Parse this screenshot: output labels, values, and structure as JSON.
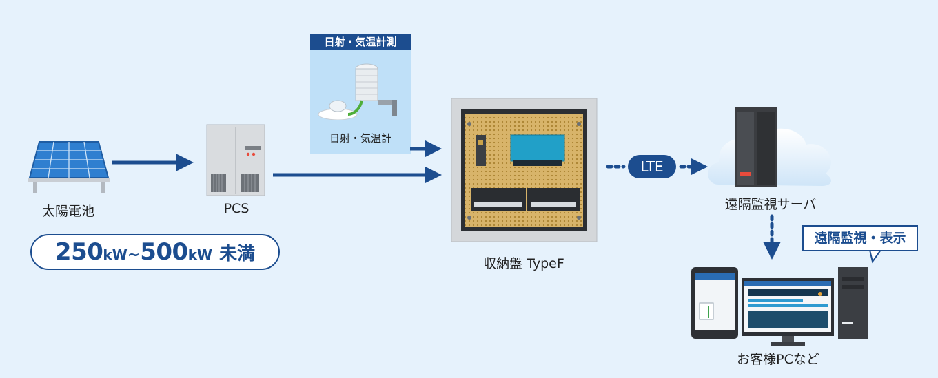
{
  "labels": {
    "solar": "太陽電池",
    "pcs": "PCS",
    "weather_header": "日射・気温計測",
    "weather_sensor": "日射・気温計",
    "enclosure": "収納盤 TypeF",
    "lte": "LTE",
    "server": "遠隔監視サーバ",
    "remote_view": "遠隔監視・表示",
    "customer_pc": "お客様PCなど"
  },
  "capacity": {
    "min_value": "250",
    "min_unit": "kW",
    "separator": "~",
    "max_value": "500",
    "max_unit": "kW",
    "qualifier": "未満"
  },
  "colors": {
    "background": "#e6f2fc",
    "accent": "#1c4d8f",
    "panel_blue": "#2f7fd0",
    "board_tan": "#d8b46a"
  }
}
